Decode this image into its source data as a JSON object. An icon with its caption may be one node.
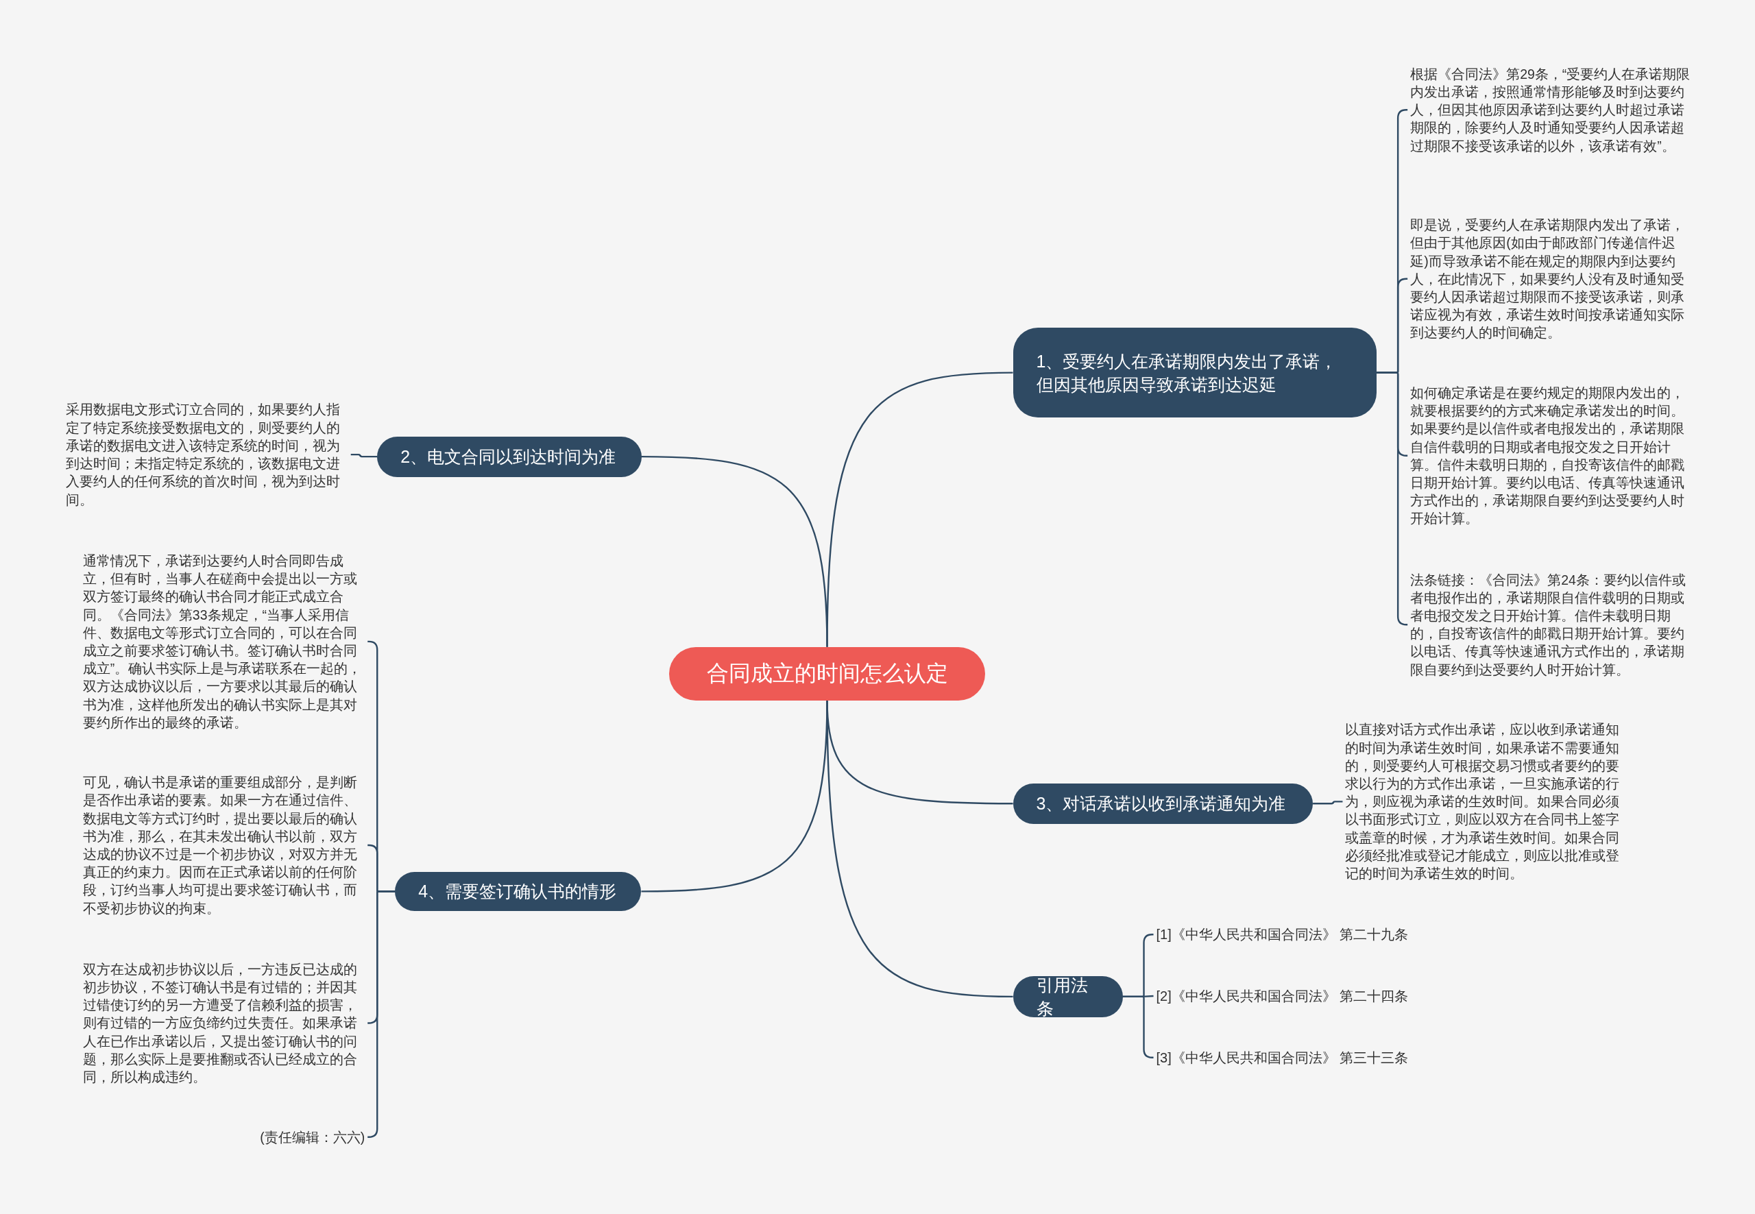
{
  "diagram": {
    "nodes": [
      {
        "text": [
          "合同成立的时间怎么认定"
        ]
      },
      {
        "text": [
          "1、受要约人在承诺期限内发出了承诺，但因其他原因导致承诺到达迟延"
        ]
      },
      {
        "text": [
          "根据《合同法》第29条，“受要约人在承诺期限内发出承诺，按照通常情形能够及时到达要约人，但因其他原因承诺到达要约人时超过承诺期限的，除要约人及时通知受要约人因承诺超过期限不接受该承诺的以外，该承诺有效”。"
        ]
      },
      {
        "text": [
          "即是说，受要约人在承诺期限内发出了承诺，但由于其他原因(如由于邮政部门传递信件迟延)而导致承诺不能在规定的期限内到达要约人，在此情况下，如果要约人没有及时通知受要约人因承诺超过期限而不接受该承诺，则承诺应视为有效，承诺生效时间按承诺通知实际到达要约人的时间确定。"
        ]
      },
      {
        "text": [
          "如何确定承诺是在要约规定的期限内发出的，就要根据要约的方式来确定承诺发出的时间。如果要约是以信件或者电报发出的，承诺期限自信件载明的日期或者电报交发之日开始计算。信件未载明日期的，自投寄该信件的邮戳日期开始计算。要约以电话、传真等快速通讯方式作出的，承诺期限自要约到达受要约人时开始计算。"
        ]
      },
      {
        "text": [
          "法条链接：《合同法》第24条：要约以信件或者电报作出的，承诺期限自信件载明的日期或者电报交发之日开始计算。信件未载明日期的，自投寄该信件的邮戳日期开始计算。要约以电话、传真等快速通讯方式作出的，承诺期限自要约到达受要约人时开始计算。"
        ]
      },
      {
        "text": [
          "2、电文合同以到达时间为准"
        ]
      },
      {
        "text": [
          "采用数据电文形式订立合同的，如果要约人指定了特定系统接受数据电文的，则受要约人的承诺的数据电文进入该特定系统的时间，视为到达时间；未指定特定系统的，该数据电文进入要约人的任何系统的首次时间，视为到达时间。"
        ]
      },
      {
        "text": [
          "3、对话承诺以收到承诺通知为准"
        ]
      },
      {
        "text": [
          "以直接对话方式作出承诺，应以收到承诺通知的时间为承诺生效时间，如果承诺不需要通知的，则受要约人可根据交易习惯或者要约的要求以行为的方式作出承诺，一旦实施承诺的行为，则应视为承诺的生效时间。如果合同必须以书面形式订立，则应以双方在合同书上签字或盖章的时候，才为承诺生效时间。如果合同必须经批准或登记才能成立，则应以批准或登记的时间为承诺生效的时间。"
        ]
      },
      {
        "text": [
          "4、需要签订确认书的情形"
        ]
      },
      {
        "text": [
          "通常情况下，承诺到达要约人时合同即告成立，但有时，当事人在磋商中会提出以一方或双方签订最终的确认书合同才能正式成立合同。《合同法》第33条规定，“当事人采用信件、数据电文等形式订立合同的，可以在合同成立之前要求签订确认书。签订确认书时合同成立”。确认书实际上是与承诺联系在一起的，双方达成协议以后，一方要求以其最后的确认书为准，这样他所发出的确认书实际上是其对要约所作出的最终的承诺。"
        ]
      },
      {
        "text": [
          "可见，确认书是承诺的重要组成部分，是判断是否作出承诺的要素。如果一方在通过信件、数据电文等方式订约时，提出要以最后的确认书为准，那么，在其未发出确认书以前，双方达成的协议不过是一个初步协议，对双方并无真正的约束力。因而在正式承诺以前的任何阶段，订约当事人均可提出要求签订确认书，而不受初步协议的拘束。"
        ]
      },
      {
        "text": [
          "双方在达成初步协议以后，一方违反已达成的初步协议，不签订确认书是有过错的；并因其过错使订约的另一方遭受了信赖利益的损害，则有过错的一方应负缔约过失责任。如果承诺人在已作出承诺以后，又提出签订确认书的问题，那么实际上是要推翻或否认已经成立的合同，所以构成违约。"
        ]
      },
      {
        "text": [
          "(责任编辑：六六)"
        ]
      },
      {
        "text": [
          "引用法条"
        ]
      },
      {
        "text": [
          "[1]《中华人民共和国合同法》 第二十九条"
        ]
      },
      {
        "text": [
          "[2]《中华人民共和国合同法》 第二十四条"
        ]
      },
      {
        "text": [
          "[3]《中华人民共和国合同法》 第三十三条"
        ]
      }
    ],
    "edges": [
      {
        "from": 0,
        "to": 1,
        "arrow": "none"
      },
      {
        "from": 0,
        "to": 6,
        "arrow": "none"
      },
      {
        "from": 0,
        "to": 8,
        "arrow": "none"
      },
      {
        "from": 0,
        "to": 10,
        "arrow": "none"
      },
      {
        "from": 0,
        "to": 15,
        "arrow": "none"
      },
      {
        "from": 1,
        "to": 2,
        "arrow": "none"
      },
      {
        "from": 1,
        "to": 3,
        "arrow": "none"
      },
      {
        "from": 1,
        "to": 4,
        "arrow": "none"
      },
      {
        "from": 1,
        "to": 5,
        "arrow": "none"
      },
      {
        "from": 6,
        "to": 7,
        "arrow": "none"
      },
      {
        "from": 8,
        "to": 9,
        "arrow": "none"
      },
      {
        "from": 10,
        "to": 11,
        "arrow": "none"
      },
      {
        "from": 10,
        "to": 12,
        "arrow": "none"
      },
      {
        "from": 10,
        "to": 13,
        "arrow": "none"
      },
      {
        "from": 10,
        "to": 14,
        "arrow": "none"
      },
      {
        "from": 15,
        "to": 16,
        "arrow": "none"
      },
      {
        "from": 15,
        "to": 17,
        "arrow": "none"
      },
      {
        "from": 15,
        "to": 18,
        "arrow": "none"
      }
    ]
  }
}
